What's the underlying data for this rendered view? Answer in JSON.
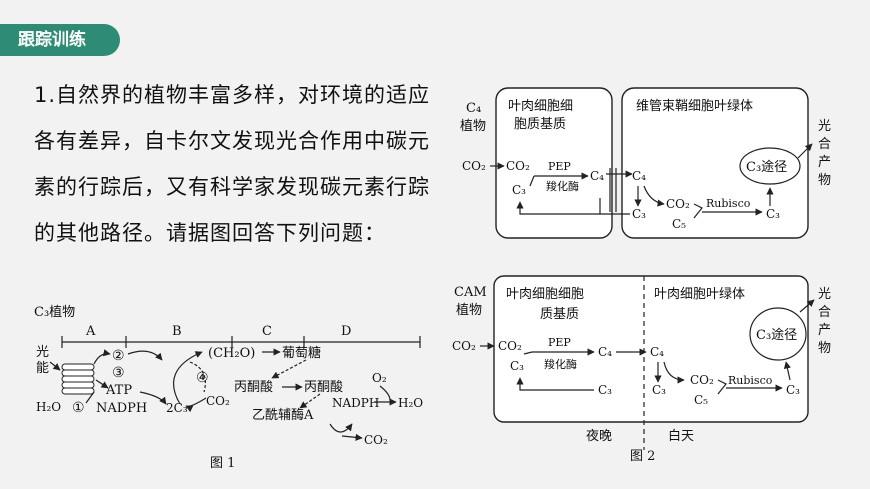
{
  "section_tag": "跟踪训练",
  "question": {
    "text": "1.自然界的植物丰富多样，对环境的适应各有差异，自卡尔文发现光合作用中碳元素的行踪后，又有科学家发现碳元素行踪的其他路径。请据图回答下列问题："
  },
  "fig1": {
    "caption": "图  1",
    "plant": "C₃植物",
    "stages": [
      "A",
      "B",
      "C",
      "D"
    ],
    "light_1": "光",
    "light_2": "能",
    "h2o": "H₂O",
    "n1": "①",
    "n2": "②",
    "n3": "③",
    "n4": "④",
    "atp": "ATP",
    "nadph": "NADPH",
    "c3": "2C₃",
    "co2": "CO₂",
    "ch2o": "(CH₂O)",
    "glucose": "葡萄糖",
    "pyruvate_1": "丙酮酸",
    "pyruvate_2": "丙酮酸",
    "acetylcoa": "乙酰辅酶A",
    "nadph2": "NADPH",
    "o2": "O₂",
    "h2o2": "H₂O",
    "co2_2": "CO₂"
  },
  "fig_c4": {
    "plant_1": "C₄",
    "plant_2": "植物",
    "meso_1": "叶肉细胞细",
    "meso_2": "胞质基质",
    "bundle": "维管束鞘细胞叶绿体",
    "co2_in": "CO₂",
    "co2_a": "CO₂",
    "pep": "PEP",
    "enzyme": "羧化酶",
    "c3_a": "C₃",
    "c4_a": "C₄",
    "c4_b": "C₄",
    "c3_b": "C₃",
    "co2_b": "CO₂",
    "c5": "C₅",
    "rubisco": "Rubisco",
    "c3_c": "C₃",
    "cycle": "C₃途径",
    "product": [
      "光",
      "合",
      "产",
      "物"
    ]
  },
  "fig2": {
    "caption": "图  2",
    "plant_1": "CAM",
    "plant_2": "植物",
    "meso_1": "叶肉细胞细胞",
    "meso_2": "质基质",
    "chloro": "叶肉细胞叶绿体",
    "co2_in": "CO₂",
    "co2_a": "CO₂",
    "pep": "PEP",
    "enzyme": "羧化酶",
    "c3_a": "C₃",
    "c4_a": "C₄",
    "c4_b": "C₄",
    "c3_b": "C₃",
    "c3_bottom": "C₃",
    "co2_b": "CO₂",
    "c5": "C₅",
    "rubisco": "Rubisco",
    "c3_c": "C₃",
    "cycle": "C₃途径",
    "product": [
      "光",
      "合",
      "产",
      "物"
    ],
    "night": "夜晚",
    "day": "白天"
  }
}
